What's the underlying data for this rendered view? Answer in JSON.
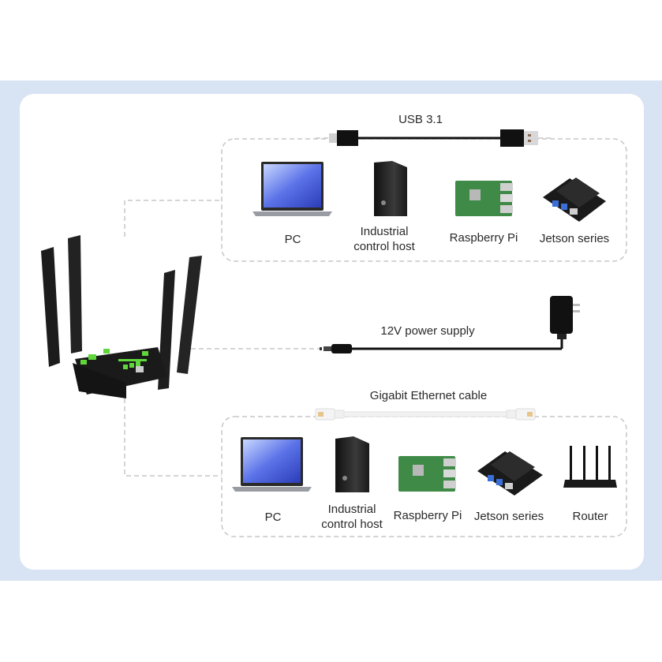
{
  "diagram": {
    "title": "Router connection diagram",
    "colors": {
      "background_band": "#d8e3f3",
      "card": "#ffffff",
      "dashed_line": "#c9c6c6",
      "cable_black": "#111111",
      "router_green": "#5fd63a"
    },
    "device": {
      "name": "router-with-four-antennas"
    },
    "connections": [
      {
        "id": "usb",
        "cable_label": "USB 3.1",
        "devices": [
          {
            "label": "PC"
          },
          {
            "label": "Industrial control host"
          },
          {
            "label": "Raspberry Pi"
          },
          {
            "label": "Jetson series"
          }
        ]
      },
      {
        "id": "power",
        "cable_label": "12V power supply",
        "devices": []
      },
      {
        "id": "ethernet",
        "cable_label": "Gigabit Ethernet cable",
        "devices": [
          {
            "label": "PC"
          },
          {
            "label": "Industrial control host"
          },
          {
            "label": "Raspberry Pi"
          },
          {
            "label": "Jetson series"
          },
          {
            "label": "Router"
          }
        ]
      }
    ]
  }
}
